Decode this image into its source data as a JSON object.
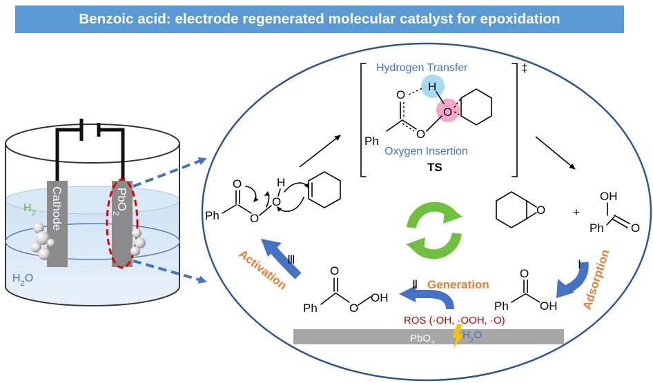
{
  "title": "Benzoic acid: electrode regenerated molecular catalyst for epoxidation",
  "colors": {
    "title_bg": "#5b9bd5",
    "accent_blue": "#4472c4",
    "accent_orange": "#ed7d31",
    "ros_red": "#c00000",
    "cycle_green": "#70c040",
    "electrode_gray": "#808080",
    "electrode_highlight": "#e00000",
    "hydrogen_highlight": "#a6dcf0",
    "oxygen_highlight": "#f4a6c8",
    "lightning": "#ffc000"
  },
  "cell": {
    "cathode_label": "Cathode",
    "anode_label": "PbO",
    "anode_sub": "2",
    "h2_label": "H",
    "h2_sub": "2",
    "water_label": "H",
    "water_sub": "2",
    "water_tail": "O"
  },
  "transition_state": {
    "hydrogen_transfer": "Hydrogen Transfer",
    "oxygen_insertion": "Oxygen Insertion",
    "label": "TS",
    "dagger": "‡",
    "atom_o": "O",
    "atom_h": "H",
    "atom_ph": "Ph"
  },
  "peracid_attack": {
    "atom_o": "O",
    "atom_h": "H",
    "atom_ph": "Ph"
  },
  "products": {
    "plus": "+",
    "atom_o": "O",
    "atom_oh": "OH",
    "atom_ph": "Ph"
  },
  "steps": {
    "step1_numeral": "Ⅰ",
    "step1_label": "Adsorption",
    "step2_numeral": "Ⅱ",
    "step2_label": "Generation",
    "step3_numeral": "Ⅲ",
    "step3_label": "Activation"
  },
  "surface": {
    "ros": "ROS (·OH, ·OOH, ·O)",
    "electrode": "PbO",
    "electrode_sub": "2",
    "water": "H",
    "water_sub": "2",
    "water_tail": "O",
    "atom_o": "O",
    "atom_oh": "OH",
    "atom_ph": "Ph"
  }
}
